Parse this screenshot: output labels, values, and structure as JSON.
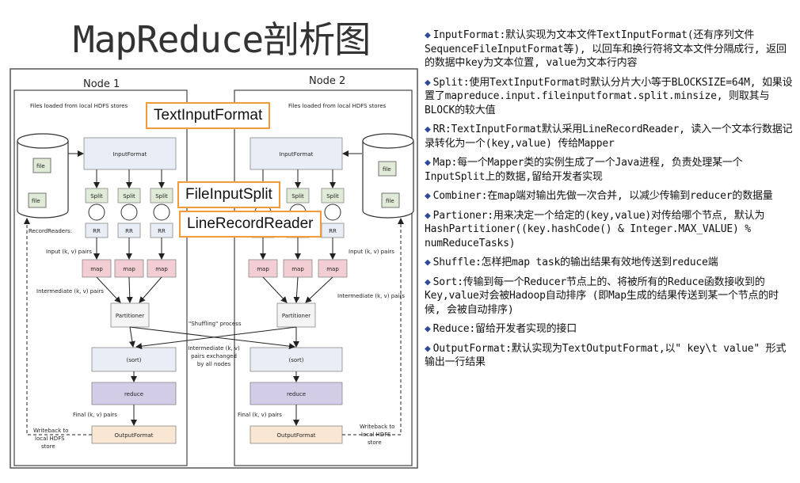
{
  "title": "MapReduce剖析图",
  "diagram": {
    "node1_label": "Node 1",
    "node2_label": "Node 2",
    "files_loaded": "Files loaded from local HDFS stores",
    "file_label": "file",
    "input_format": "InputFormat",
    "split": "Split",
    "record_readers": "RecordReaders:",
    "rr": "RR",
    "input_pairs": "Input (k, v) pairs",
    "map": "map",
    "intermediate_pairs": "Intermediate (k, v) pairs",
    "partitioner": "Partitioner",
    "shuffling": "\"Shuffling\" process",
    "exchanged_line1": "Intermediate (k, v)",
    "exchanged_line2": "pairs exchanged",
    "exchanged_line3": "by all nodes",
    "sort": "(sort)",
    "reduce": "reduce",
    "final_pairs": "Final (k, v) pairs",
    "output_format": "OutputFormat",
    "writeback_line1": "Writeback to",
    "writeback_line2": "local HDFS",
    "writeback_line3": "store"
  },
  "callouts": {
    "text_input_format": "TextInputFormat",
    "file_input_split": "FileInputSplit",
    "line_record_reader": "LineRecordReader"
  },
  "notes": [
    {
      "text": "InputFormat:默认实现为文本文件TextInputFormat(还有序列文件SequenceFileInputFormat等), 以回车和换行符将文本文件分隔成行, 返回的数据中key为文本位置, value为文本行内容"
    },
    {
      "text": "Split:使用TextInputFormat时默认分片大小等于BLOCKSIZE=64M, 如果设置了mapreduce.input.fileinputformat.split.minsize, 则取其与BLOCK的较大值"
    },
    {
      "text": "RR:TextInputFormat默认采用LineRecordReader, 读入一个文本行数据记录转化为一个(key,value) 传给Mapper"
    },
    {
      "text": "Map:每一个Mapper类的实例生成了一个Java进程, 负责处理某一个InputSplit上的数据,留给开发者实现"
    },
    {
      "text": "Combiner:在map端对输出先做一次合并, 以减少传输到reducer的数据量"
    },
    {
      "text": "Partioner:用来决定一个给定的(key,value)对传给哪个节点, 默认为HashPartitioner((key.hashCode() & Integer.MAX_VALUE) % numReduceTasks)"
    },
    {
      "text": "Shuffle:怎样把map task的输出结果有效地传送到reduce端"
    },
    {
      "text": "Sort:传输到每一个Reducer节点上的、将被所有的Reduce函数接收到的Key,value对会被Hadoop自动排序 (即Map生成的结果传送到某一个节点的时候, 会被自动排序)"
    },
    {
      "text": "Reduce:留给开发者实现的接口"
    },
    {
      "text": "OutputFormat:默认实现为TextOutputFormat,以\" key\\t value\" 形式输出一行结果"
    }
  ],
  "bullet_symbol": "◆",
  "colors": {
    "callout_border": "#f39a3a",
    "bullet": "#2e4a9a",
    "input_format_fill": "#e9eef6",
    "split_fill": "#dfead7",
    "map_fill": "#f2cdd1",
    "reduce_fill": "#d2cce6",
    "output_fill": "#fae7d3"
  }
}
